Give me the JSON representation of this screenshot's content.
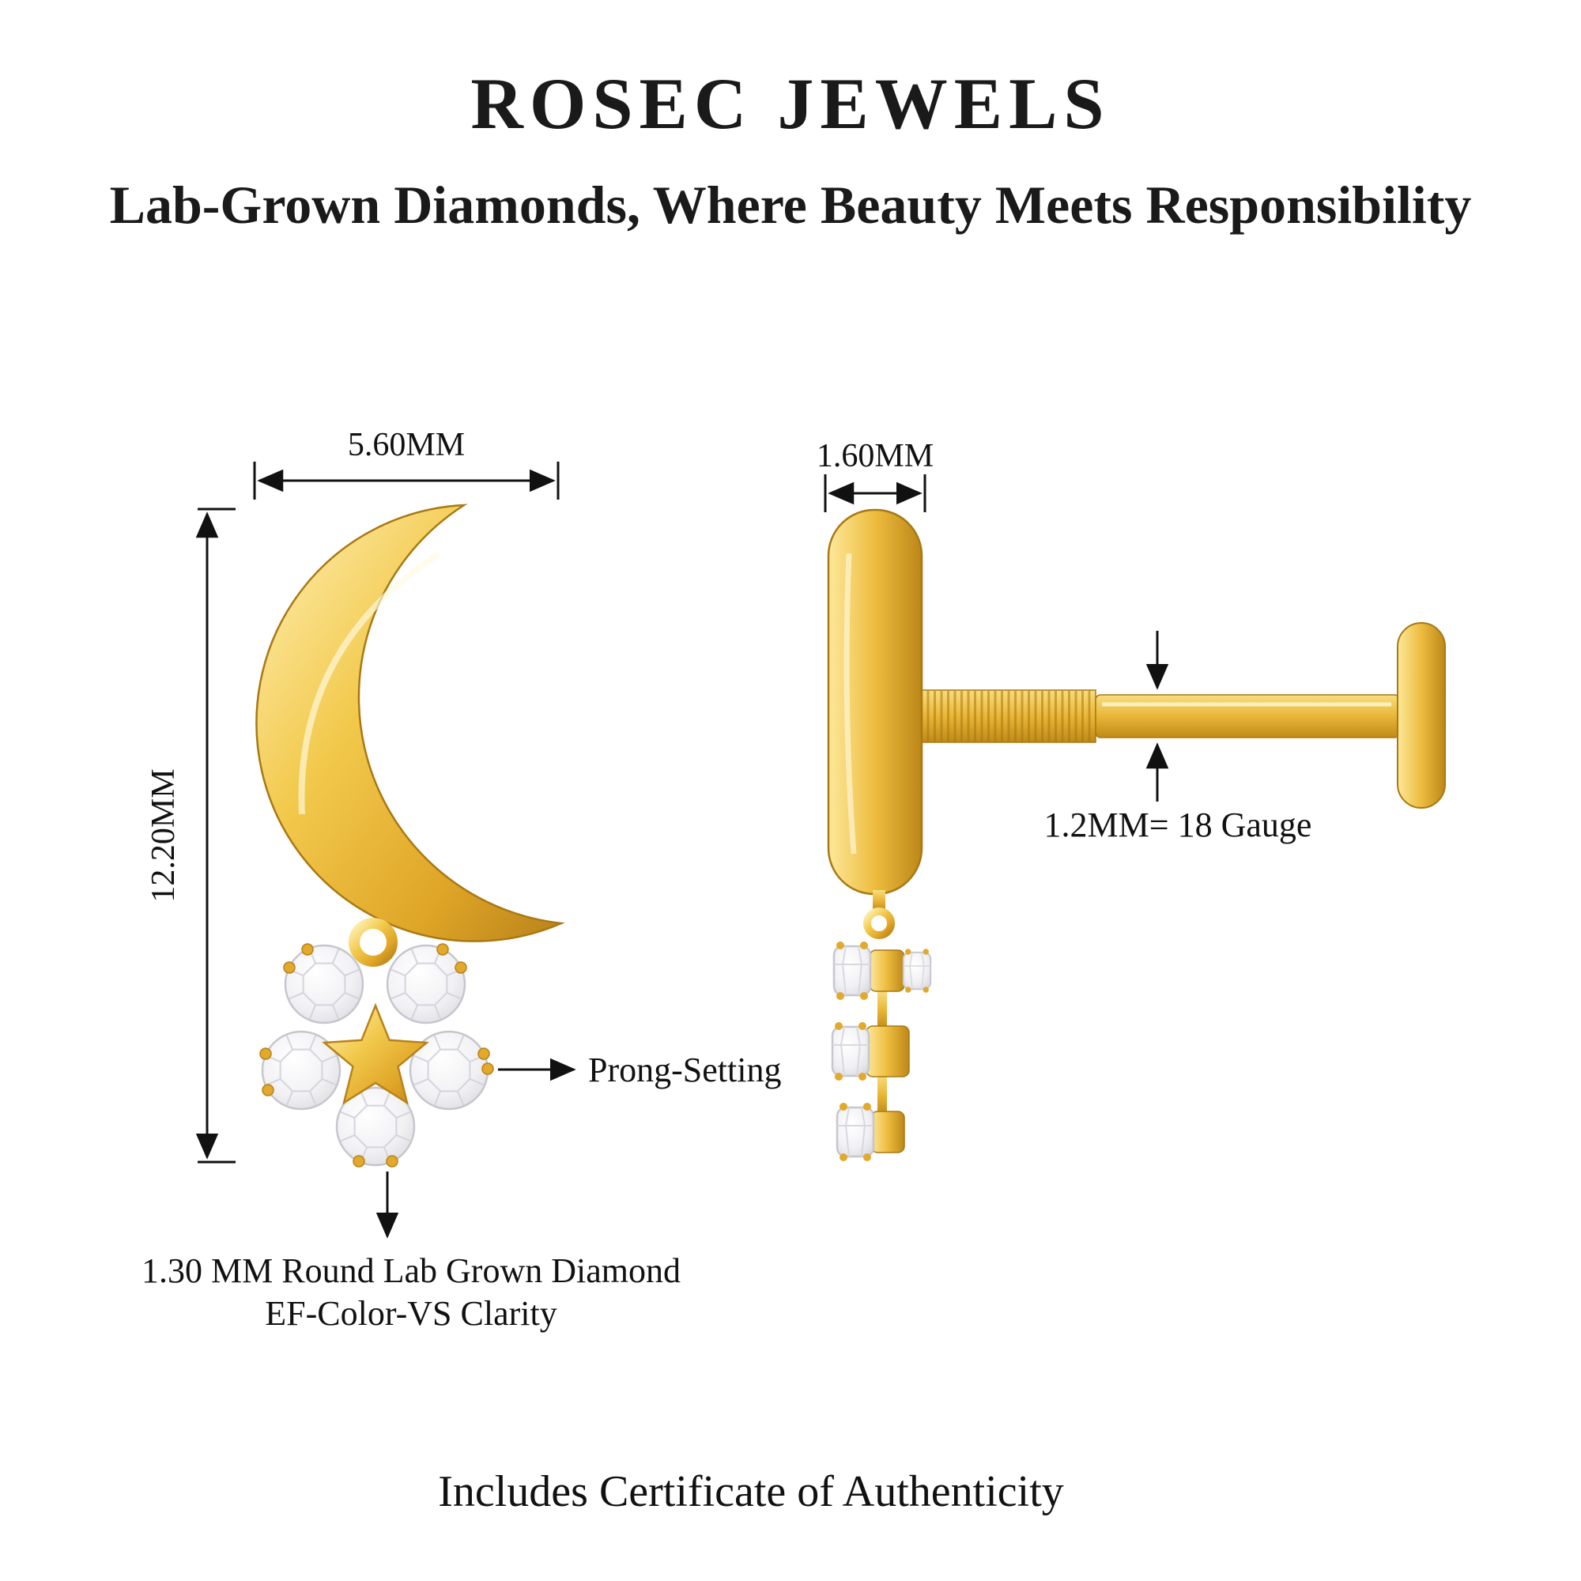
{
  "header": {
    "brand": "ROSEC JEWELS",
    "tagline": "Lab-Grown Diamonds, Where Beauty Meets Responsibility"
  },
  "front_view": {
    "width": "5.60MM",
    "height": "12.20MM"
  },
  "side_view": {
    "thickness": "1.60MM",
    "post_gauge": "1.2MM= 18 Gauge"
  },
  "callouts": {
    "prong_setting": "Prong-Setting",
    "diamond_spec_line1": "1.30 MM Round Lab Grown Diamond",
    "diamond_spec_line2": "EF-Color-VS Clarity",
    "certificate": "Includes Certificate of Authenticity"
  },
  "colors": {
    "gold_light": "#FFF1B8",
    "gold": "#F2C94C",
    "gold_dark": "#B8821A",
    "diamond_white": "#F1F1F4",
    "line": "#111111"
  }
}
